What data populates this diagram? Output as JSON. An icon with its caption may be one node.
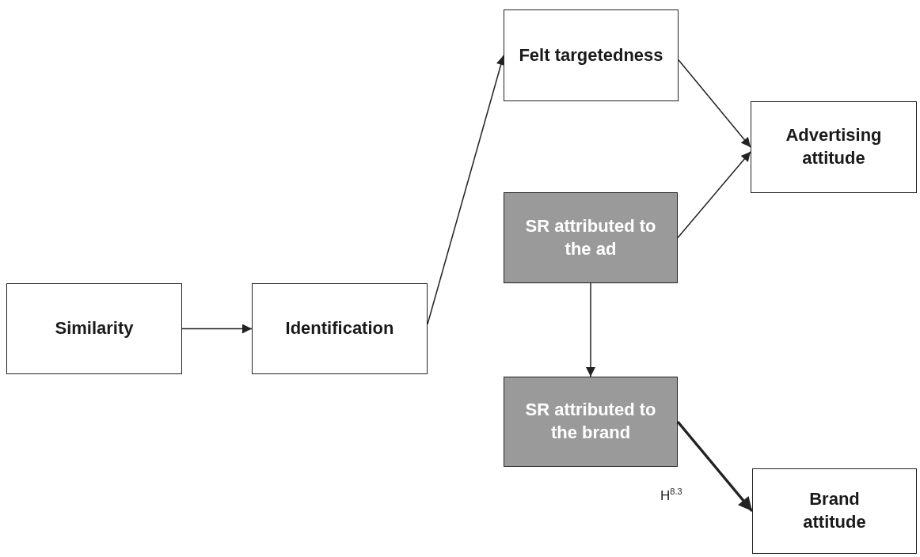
{
  "diagram": {
    "nodes": [
      {
        "text": [
          "Similarity"
        ]
      },
      {
        "text": [
          "Identification"
        ]
      },
      {
        "text": [
          "Felt targetedness"
        ]
      },
      {
        "text": [
          "Advertising attitude"
        ]
      },
      {
        "text": [
          "SR attributed to the ad"
        ]
      },
      {
        "text": [
          "SR attributed to the brand"
        ]
      },
      {
        "text": [
          "Brand attitude"
        ]
      }
    ],
    "edges": [
      {
        "from": 0,
        "to": 1,
        "arrow": "to"
      },
      {
        "from": 1,
        "to": 2,
        "arrow": "to"
      },
      {
        "from": 2,
        "to": 3,
        "arrow": "to"
      },
      {
        "from": 4,
        "to": 3,
        "arrow": "to"
      },
      {
        "from": 4,
        "to": 5,
        "arrow": "to"
      },
      {
        "from": 5,
        "to": 6,
        "arrow": "to",
        "style": "thick",
        "label": "H$^{8.3}$"
      }
    ]
  }
}
